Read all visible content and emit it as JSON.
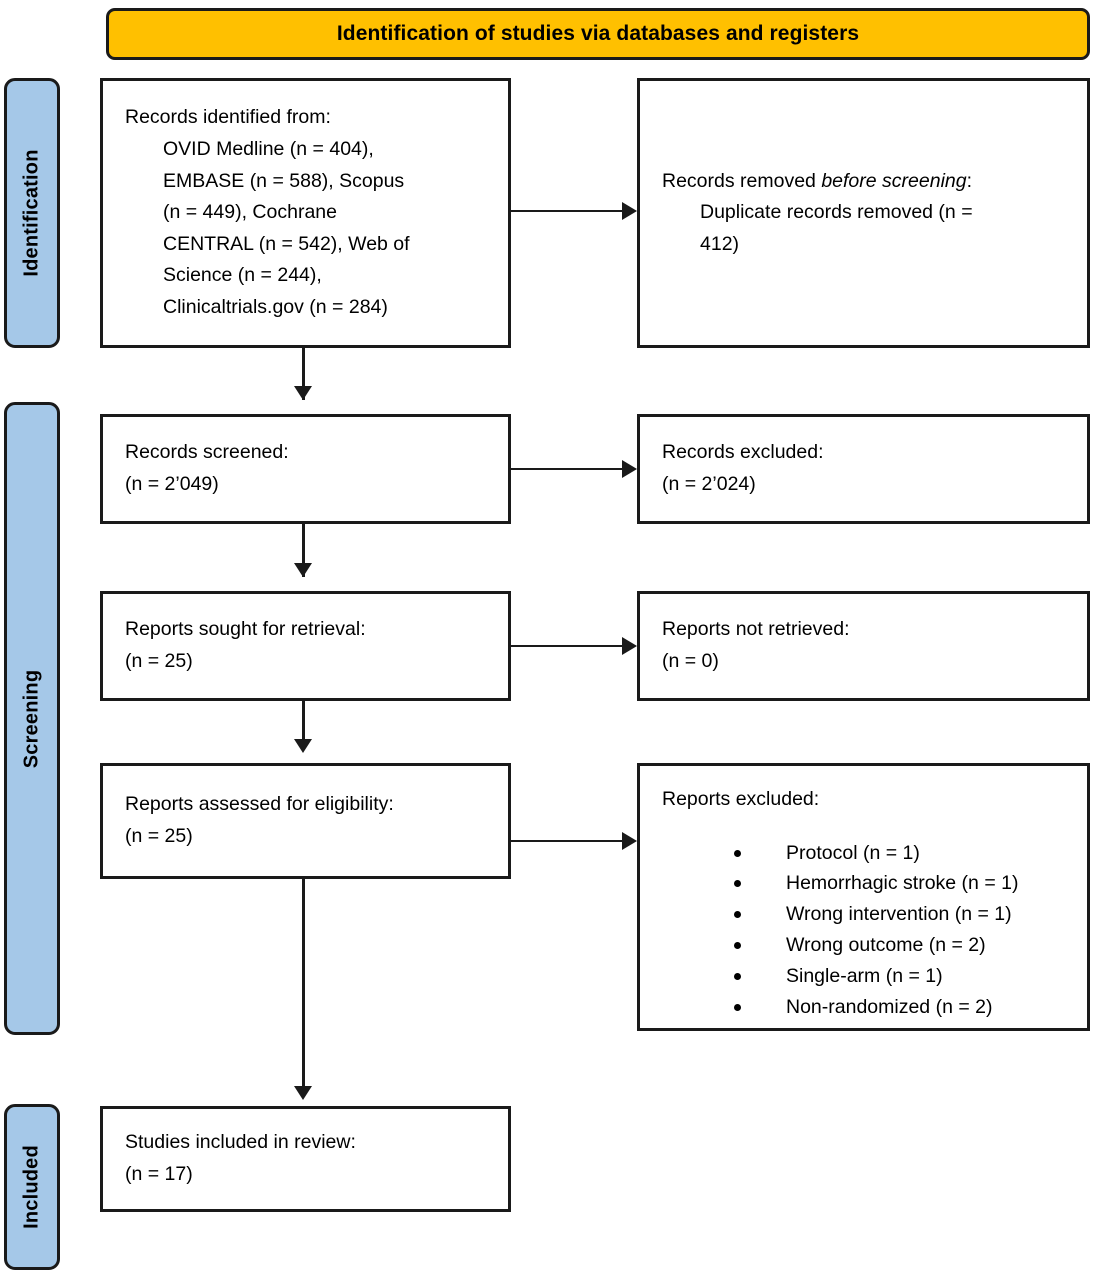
{
  "banner": {
    "title": "Identification of studies via databases and registers"
  },
  "stages": [
    {
      "name": "identification",
      "label": "Identification"
    },
    {
      "name": "screening",
      "label": "Screening"
    },
    {
      "name": "included",
      "label": "Included"
    }
  ],
  "boxes": {
    "identified": {
      "heading": "Records identified from:",
      "lines": [
        "OVID Medline (n = 404),",
        "EMBASE (n = 588), Scopus",
        "(n = 449), Cochrane",
        "CENTRAL (n = 542), Web of",
        "Science (n = 244),",
        "Clinicaltrials.gov (n = 284)"
      ]
    },
    "removed": {
      "heading_prefix": "Records removed ",
      "heading_italic": "before screening",
      "heading_suffix": ":",
      "lines": [
        "Duplicate records removed (n =",
        "412)"
      ]
    },
    "screened": {
      "heading": "Records screened:",
      "count": "(n = 2’049)"
    },
    "records_excluded": {
      "heading": "Records excluded:",
      "count": "(n = 2’024)"
    },
    "sought": {
      "heading": "Reports sought for retrieval:",
      "count": "(n = 25)"
    },
    "not_retrieved": {
      "heading": "Reports not retrieved:",
      "count": "(n = 0)"
    },
    "eligibility": {
      "heading": "Reports assessed for eligibility:",
      "count": "(n = 25)"
    },
    "reports_excluded": {
      "heading": "Reports excluded:",
      "items": [
        "Protocol (n = 1)",
        "Hemorrhagic stroke (n = 1)",
        "Wrong intervention (n = 1)",
        "Wrong outcome (n = 2)",
        "Single-arm (n = 1)",
        "Non-randomized (n = 2)"
      ]
    },
    "included": {
      "heading": "Studies included in review:",
      "count": "(n = 17)"
    }
  },
  "colors": {
    "banner_fill": "#FFC000",
    "stage_fill": "#A5C8E8",
    "outline": "#1a1a1a",
    "box_fill": "#ffffff"
  }
}
